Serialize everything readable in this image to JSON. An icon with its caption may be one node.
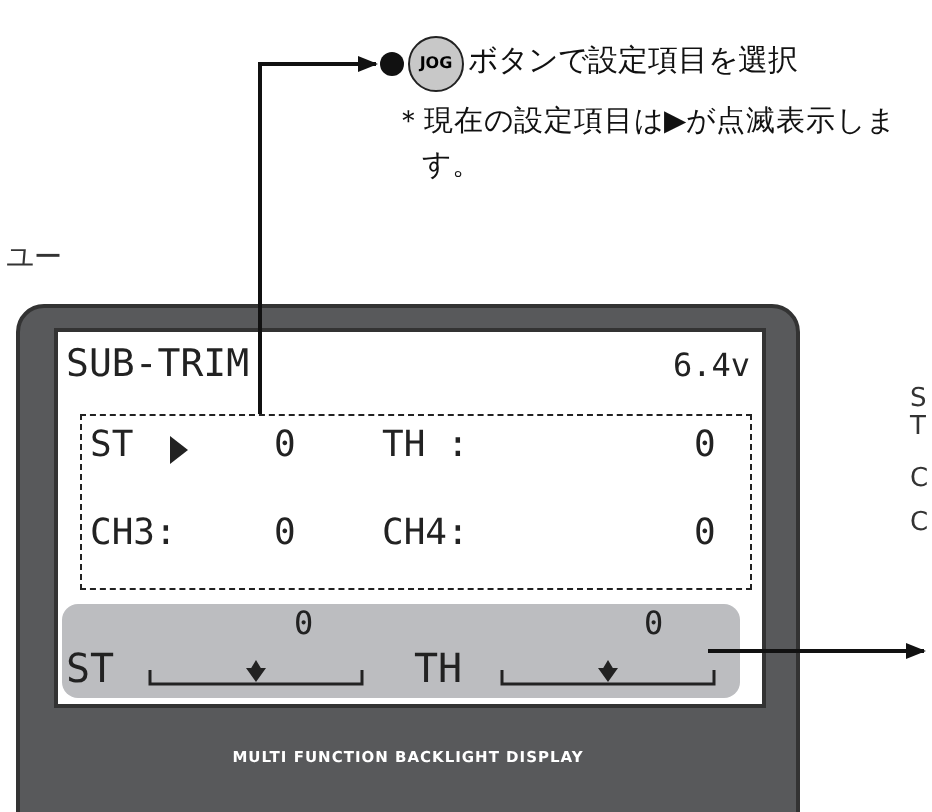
{
  "diagram": {
    "nodes": [
      {
        "text": [
          "JOG",
          "ボタンで設定項目を選択"
        ],
        "beside": [
          "＊現在の設定項目は▶が点滅表示します。"
        ]
      },
      {
        "text": [
          "MULTI FUNCTION BACKLIGHT DISPLAY"
        ]
      },
      {
        "text": [
          "SUB-TRIM",
          "6.4v"
        ],
        "in": 1
      },
      {
        "text": [
          "ST",
          "0",
          "TH :",
          "0",
          "CH3:",
          "0",
          "CH4:",
          "0"
        ],
        "in": 2
      },
      {
        "text": [
          "0",
          "0",
          "ST",
          "TH"
        ],
        "in": 2
      }
    ],
    "edges": [
      {
        "from": 3,
        "to": 0,
        "arrow": "to"
      },
      {
        "from": 4,
        "to": null,
        "arrow": "to"
      }
    ],
    "labels": [
      "ユー",
      "S",
      "T",
      "C",
      "C"
    ]
  }
}
